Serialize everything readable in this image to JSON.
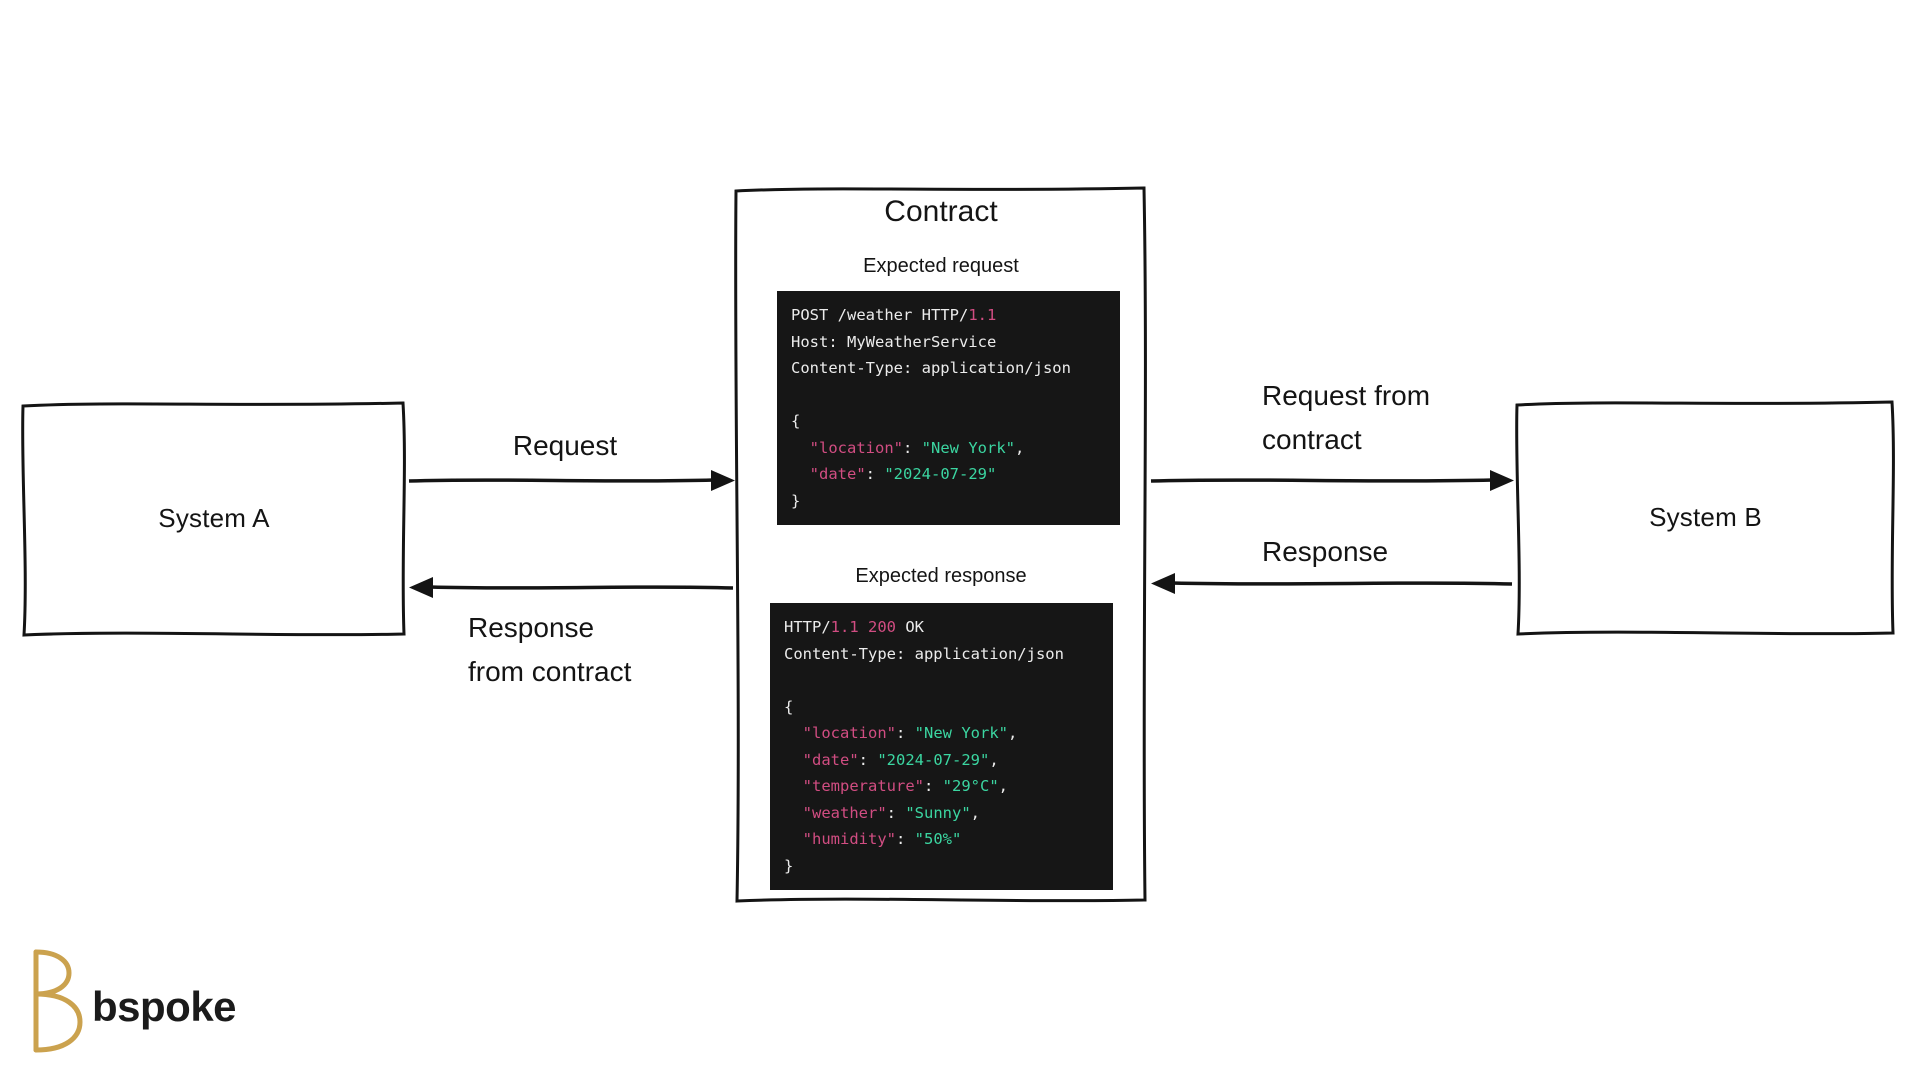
{
  "diagram": {
    "system_a": {
      "label": "System A"
    },
    "system_b": {
      "label": "System B"
    },
    "contract": {
      "title": "Contract",
      "request_section": {
        "label": "Expected request",
        "code_lines": [
          [
            {
              "t": "POST /weather HTTP/",
              "c": "p"
            },
            {
              "t": "1.1",
              "c": "k"
            }
          ],
          [
            {
              "t": "Host: MyWeatherService",
              "c": "p"
            }
          ],
          [
            {
              "t": "Content-Type: application/json",
              "c": "p"
            }
          ],
          [],
          [
            {
              "t": "{",
              "c": "p"
            }
          ],
          [
            {
              "t": "  ",
              "c": "p"
            },
            {
              "t": "\"location\"",
              "c": "k"
            },
            {
              "t": ": ",
              "c": "p"
            },
            {
              "t": "\"New York\"",
              "c": "v"
            },
            {
              "t": ",",
              "c": "p"
            }
          ],
          [
            {
              "t": "  ",
              "c": "p"
            },
            {
              "t": "\"date\"",
              "c": "k"
            },
            {
              "t": ": ",
              "c": "p"
            },
            {
              "t": "\"2024-07-29\"",
              "c": "v"
            }
          ],
          [
            {
              "t": "}",
              "c": "p"
            }
          ]
        ]
      },
      "response_section": {
        "label": "Expected response",
        "code_lines": [
          [
            {
              "t": "HTTP/",
              "c": "p"
            },
            {
              "t": "1.1 200",
              "c": "k"
            },
            {
              "t": " OK",
              "c": "p"
            }
          ],
          [
            {
              "t": "Content-Type: application/json",
              "c": "p"
            }
          ],
          [],
          [
            {
              "t": "{",
              "c": "p"
            }
          ],
          [
            {
              "t": "  ",
              "c": "p"
            },
            {
              "t": "\"location\"",
              "c": "k"
            },
            {
              "t": ": ",
              "c": "p"
            },
            {
              "t": "\"New York\"",
              "c": "v"
            },
            {
              "t": ",",
              "c": "p"
            }
          ],
          [
            {
              "t": "  ",
              "c": "p"
            },
            {
              "t": "\"date\"",
              "c": "k"
            },
            {
              "t": ": ",
              "c": "p"
            },
            {
              "t": "\"2024-07-29\"",
              "c": "v"
            },
            {
              "t": ",",
              "c": "p"
            }
          ],
          [
            {
              "t": "  ",
              "c": "p"
            },
            {
              "t": "\"temperature\"",
              "c": "k"
            },
            {
              "t": ": ",
              "c": "p"
            },
            {
              "t": "\"29°C\"",
              "c": "v"
            },
            {
              "t": ",",
              "c": "p"
            }
          ],
          [
            {
              "t": "  ",
              "c": "p"
            },
            {
              "t": "\"weather\"",
              "c": "k"
            },
            {
              "t": ": ",
              "c": "p"
            },
            {
              "t": "\"Sunny\"",
              "c": "v"
            },
            {
              "t": ",",
              "c": "p"
            }
          ],
          [
            {
              "t": "  ",
              "c": "p"
            },
            {
              "t": "\"humidity\"",
              "c": "k"
            },
            {
              "t": ": ",
              "c": "p"
            },
            {
              "t": "\"50%\"",
              "c": "v"
            }
          ],
          [
            {
              "t": "}",
              "c": "p"
            }
          ]
        ]
      }
    },
    "arrows": {
      "request": {
        "label": "Request"
      },
      "response_from_contract": {
        "label": "Response\nfrom contract"
      },
      "request_from_contract": {
        "label": "Request from\ncontract"
      },
      "response": {
        "label": "Response"
      }
    },
    "colors": {
      "ink": "#141414",
      "code_background": "#161616",
      "code_plain": "#ececec",
      "code_key_pink": "#d14d82",
      "code_value_green": "#3bd6a1",
      "logo_gold": "#cba24e"
    }
  },
  "logo": {
    "text": "bspoke"
  }
}
